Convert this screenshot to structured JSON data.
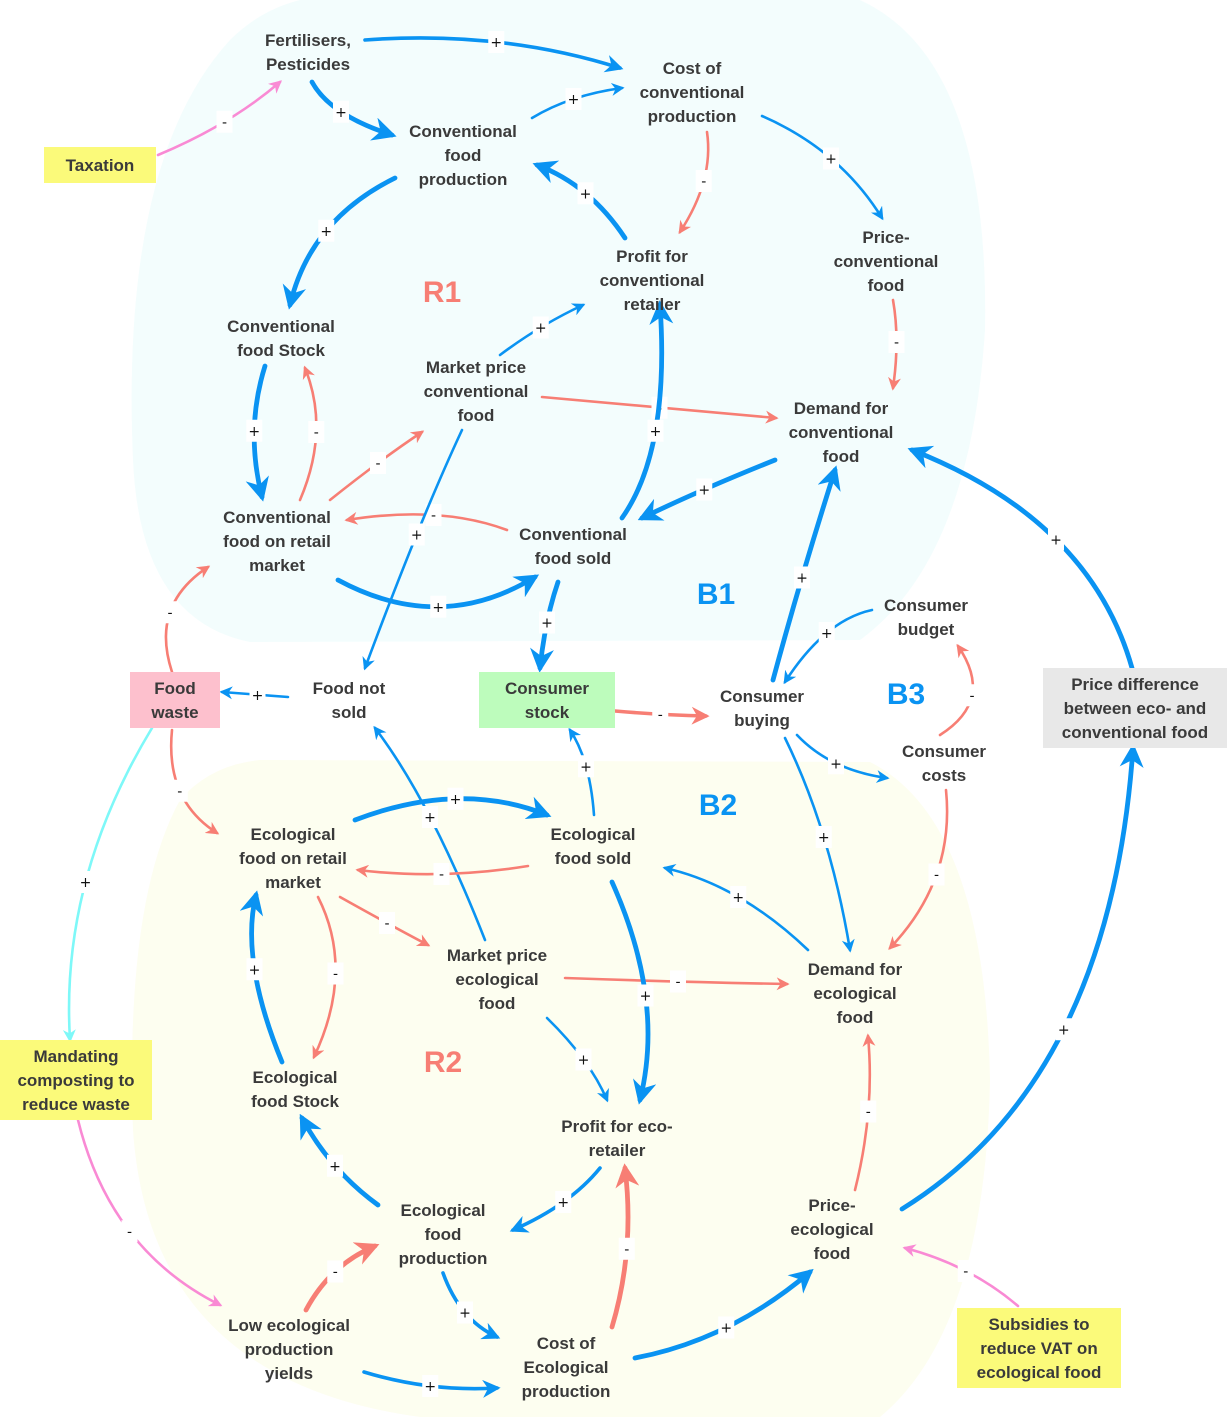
{
  "title": "Causal loop diagram: conventional vs ecological food system",
  "colors": {
    "positive": "#0a93f2",
    "negative": "#f77e74",
    "policy": "#f98ad4",
    "composting": "#7ef8f8",
    "conventional_region": "#f3fdfd",
    "ecological_region": "#fdfef0",
    "policy_box": "#fbfa7a",
    "food_waste_box": "#fdc0cd",
    "consumer_stock_box": "#bdfcbc",
    "price_difference_box": "#e8e8e8",
    "loop_reinforcing": "#f77e74",
    "loop_balancing": "#0a93f2"
  },
  "loops": [
    {
      "id": "R1",
      "label": "R1",
      "type": "reinforcing"
    },
    {
      "id": "B1",
      "label": "B1",
      "type": "balancing"
    },
    {
      "id": "B3",
      "label": "B3",
      "type": "balancing"
    },
    {
      "id": "B2",
      "label": "B2",
      "type": "balancing"
    },
    {
      "id": "R2",
      "label": "R2",
      "type": "reinforcing"
    }
  ],
  "nodes": [
    {
      "id": "fertilisers",
      "lines": [
        "Fertilisers,",
        "Pesticides"
      ]
    },
    {
      "id": "cost_conv",
      "lines": [
        "Cost of",
        "conventional",
        "production"
      ]
    },
    {
      "id": "taxation",
      "lines": [
        "Taxation"
      ],
      "box": "policy_box"
    },
    {
      "id": "conv_prod",
      "lines": [
        "Conventional",
        "food",
        "production"
      ]
    },
    {
      "id": "profit_conv",
      "lines": [
        "Profit for",
        "conventional",
        "retailer"
      ]
    },
    {
      "id": "price_conv",
      "lines": [
        "Price-",
        "conventional",
        "food"
      ]
    },
    {
      "id": "conv_stock",
      "lines": [
        "Conventional",
        "food Stock"
      ]
    },
    {
      "id": "market_price_conv",
      "lines": [
        "Market price",
        "conventional",
        "food"
      ]
    },
    {
      "id": "demand_conv",
      "lines": [
        "Demand for",
        "conventional",
        "food"
      ]
    },
    {
      "id": "conv_retail",
      "lines": [
        "Conventional",
        "food on retail",
        "market"
      ]
    },
    {
      "id": "conv_sold",
      "lines": [
        "Conventional",
        "food sold"
      ]
    },
    {
      "id": "consumer_budget",
      "lines": [
        "Consumer",
        "budget"
      ]
    },
    {
      "id": "food_waste",
      "lines": [
        "Food",
        "waste"
      ],
      "box": "food_waste_box"
    },
    {
      "id": "food_not_sold",
      "lines": [
        "Food not",
        "sold"
      ]
    },
    {
      "id": "consumer_stock",
      "lines": [
        "Consumer",
        "stock"
      ],
      "box": "consumer_stock_box"
    },
    {
      "id": "consumer_buying",
      "lines": [
        "Consumer",
        "buying"
      ]
    },
    {
      "id": "price_diff",
      "lines": [
        "Price difference",
        "between eco- and",
        "conventional food"
      ],
      "box": "price_difference_box"
    },
    {
      "id": "consumer_costs",
      "lines": [
        "Consumer",
        "costs"
      ]
    },
    {
      "id": "eco_retail",
      "lines": [
        "Ecological",
        "food on retail",
        "market"
      ]
    },
    {
      "id": "eco_sold",
      "lines": [
        "Ecological",
        "food sold"
      ]
    },
    {
      "id": "market_price_eco",
      "lines": [
        "Market price",
        "ecological",
        "food"
      ]
    },
    {
      "id": "demand_eco",
      "lines": [
        "Demand for",
        "ecological",
        "food"
      ]
    },
    {
      "id": "composting",
      "lines": [
        "Mandating",
        "composting to",
        "reduce waste"
      ],
      "box": "policy_box"
    },
    {
      "id": "eco_stock",
      "lines": [
        "Ecological",
        "food Stock"
      ]
    },
    {
      "id": "profit_eco",
      "lines": [
        "Profit for eco-",
        "retailer"
      ]
    },
    {
      "id": "eco_prod",
      "lines": [
        "Ecological",
        "food",
        "production"
      ]
    },
    {
      "id": "price_eco",
      "lines": [
        "Price-",
        "ecological",
        "food"
      ]
    },
    {
      "id": "low_yields",
      "lines": [
        "Low ecological",
        "production",
        "yields"
      ]
    },
    {
      "id": "cost_eco",
      "lines": [
        "Cost of",
        "Ecological",
        "production"
      ]
    },
    {
      "id": "subsidies",
      "lines": [
        "Subsidies to",
        "reduce VAT on",
        "ecological food"
      ],
      "box": "policy_box"
    }
  ],
  "edges": [
    {
      "from": "fertilisers",
      "to": "cost_conv",
      "polarity": "+",
      "kind": "positive"
    },
    {
      "from": "fertilisers",
      "to": "conv_prod",
      "polarity": "+",
      "kind": "positive"
    },
    {
      "from": "taxation",
      "to": "fertilisers",
      "polarity": "-",
      "kind": "policy"
    },
    {
      "from": "conv_prod",
      "to": "cost_conv",
      "polarity": "+",
      "kind": "positive"
    },
    {
      "from": "conv_prod",
      "to": "conv_stock",
      "polarity": "+",
      "kind": "positive"
    },
    {
      "from": "profit_conv",
      "to": "conv_prod",
      "polarity": "+",
      "kind": "positive"
    },
    {
      "from": "cost_conv",
      "to": "profit_conv",
      "polarity": "-",
      "kind": "negative"
    },
    {
      "from": "cost_conv",
      "to": "price_conv",
      "polarity": "+",
      "kind": "positive"
    },
    {
      "from": "price_conv",
      "to": "demand_conv",
      "polarity": "-",
      "kind": "negative"
    },
    {
      "from": "market_price_conv",
      "to": "profit_conv",
      "polarity": "+",
      "kind": "positive"
    },
    {
      "from": "market_price_conv",
      "to": "demand_conv",
      "polarity": "-",
      "kind": "negative"
    },
    {
      "from": "conv_stock",
      "to": "conv_retail",
      "polarity": "+",
      "kind": "positive"
    },
    {
      "from": "conv_retail",
      "to": "conv_stock",
      "polarity": "-",
      "kind": "negative"
    },
    {
      "from": "conv_retail",
      "to": "market_price_conv",
      "polarity": "-",
      "kind": "negative"
    },
    {
      "from": "conv_sold",
      "to": "conv_retail",
      "polarity": "-",
      "kind": "negative"
    },
    {
      "from": "conv_retail",
      "to": "conv_sold",
      "polarity": "+",
      "kind": "positive"
    },
    {
      "from": "conv_sold",
      "to": "profit_conv",
      "polarity": "+",
      "kind": "positive"
    },
    {
      "from": "demand_conv",
      "to": "conv_sold",
      "polarity": "+",
      "kind": "positive"
    },
    {
      "from": "consumer_buying",
      "to": "demand_conv",
      "polarity": "+",
      "kind": "positive"
    },
    {
      "from": "price_diff",
      "to": "demand_conv",
      "polarity": "+",
      "kind": "positive"
    },
    {
      "from": "market_price_conv",
      "to": "food_not_sold",
      "polarity": "+",
      "kind": "positive"
    },
    {
      "from": "conv_sold",
      "to": "consumer_stock",
      "polarity": "+",
      "kind": "positive"
    },
    {
      "from": "consumer_budget",
      "to": "consumer_buying",
      "polarity": "+",
      "kind": "positive"
    },
    {
      "from": "food_waste",
      "to": "conv_retail",
      "polarity": "-",
      "kind": "negative"
    },
    {
      "from": "food_not_sold",
      "to": "food_waste",
      "polarity": "+",
      "kind": "positive"
    },
    {
      "from": "consumer_stock",
      "to": "consumer_buying",
      "polarity": "-",
      "kind": "negative"
    },
    {
      "from": "consumer_costs",
      "to": "consumer_budget",
      "polarity": "-",
      "kind": "negative"
    },
    {
      "from": "consumer_buying",
      "to": "consumer_costs",
      "polarity": "+",
      "kind": "positive"
    },
    {
      "from": "consumer_buying",
      "to": "demand_eco",
      "polarity": "+",
      "kind": "positive"
    },
    {
      "from": "consumer_costs",
      "to": "demand_eco",
      "polarity": "-",
      "kind": "negative"
    },
    {
      "from": "food_waste",
      "to": "eco_retail",
      "polarity": "-",
      "kind": "negative"
    },
    {
      "from": "food_waste",
      "to": "composting",
      "polarity": "+",
      "kind": "composting"
    },
    {
      "from": "market_price_eco",
      "to": "food_not_sold",
      "polarity": "+",
      "kind": "positive"
    },
    {
      "from": "eco_sold",
      "to": "consumer_stock",
      "polarity": "+",
      "kind": "positive"
    },
    {
      "from": "eco_retail",
      "to": "eco_sold",
      "polarity": "+",
      "kind": "positive"
    },
    {
      "from": "eco_sold",
      "to": "eco_retail",
      "polarity": "-",
      "kind": "negative"
    },
    {
      "from": "demand_eco",
      "to": "eco_sold",
      "polarity": "+",
      "kind": "positive"
    },
    {
      "from": "eco_retail",
      "to": "market_price_eco",
      "polarity": "-",
      "kind": "negative"
    },
    {
      "from": "eco_retail",
      "to": "eco_stock",
      "polarity": "-",
      "kind": "negative"
    },
    {
      "from": "eco_stock",
      "to": "eco_retail",
      "polarity": "+",
      "kind": "positive"
    },
    {
      "from": "market_price_eco",
      "to": "demand_eco",
      "polarity": "-",
      "kind": "negative"
    },
    {
      "from": "market_price_eco",
      "to": "profit_eco",
      "polarity": "+",
      "kind": "positive"
    },
    {
      "from": "eco_sold",
      "to": "profit_eco",
      "polarity": "+",
      "kind": "positive"
    },
    {
      "from": "price_eco",
      "to": "demand_eco",
      "polarity": "-",
      "kind": "negative"
    },
    {
      "from": "price_eco",
      "to": "price_diff",
      "polarity": "+",
      "kind": "positive"
    },
    {
      "from": "composting",
      "to": "low_yields",
      "polarity": "-",
      "kind": "policy"
    },
    {
      "from": "eco_prod",
      "to": "eco_stock",
      "polarity": "+",
      "kind": "positive"
    },
    {
      "from": "profit_eco",
      "to": "eco_prod",
      "polarity": "+",
      "kind": "positive"
    },
    {
      "from": "low_yields",
      "to": "eco_prod",
      "polarity": "-",
      "kind": "negative"
    },
    {
      "from": "eco_prod",
      "to": "cost_eco",
      "polarity": "+",
      "kind": "positive"
    },
    {
      "from": "low_yields",
      "to": "cost_eco",
      "polarity": "+",
      "kind": "positive"
    },
    {
      "from": "cost_eco",
      "to": "profit_eco",
      "polarity": "-",
      "kind": "negative"
    },
    {
      "from": "cost_eco",
      "to": "price_eco",
      "polarity": "+",
      "kind": "positive"
    },
    {
      "from": "subsidies",
      "to": "price_eco",
      "polarity": "-",
      "kind": "policy"
    }
  ]
}
